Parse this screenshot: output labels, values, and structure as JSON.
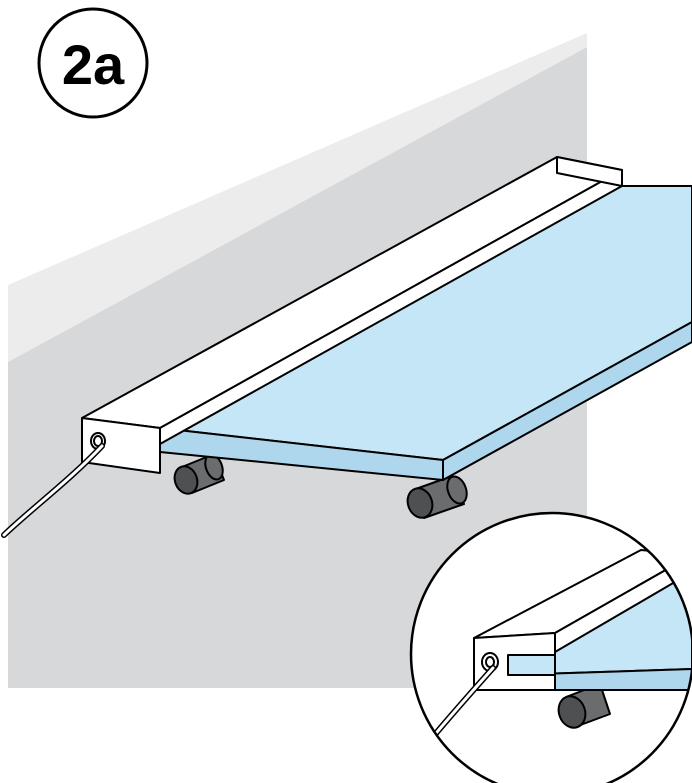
{
  "step": {
    "label": "2a"
  },
  "colors": {
    "wall_face": "#d7d8da",
    "wall_top": "#ececed",
    "glass": "#c5e6f7",
    "glass_edge": "#aed6ed",
    "profile": "#ffffff",
    "bolt": "#6b6c6e",
    "bolt_end": "#4f5052",
    "outline": "#000000"
  },
  "icons": {
    "step_badge": "step-number-badge",
    "detail": "magnifier-detail-circle"
  }
}
